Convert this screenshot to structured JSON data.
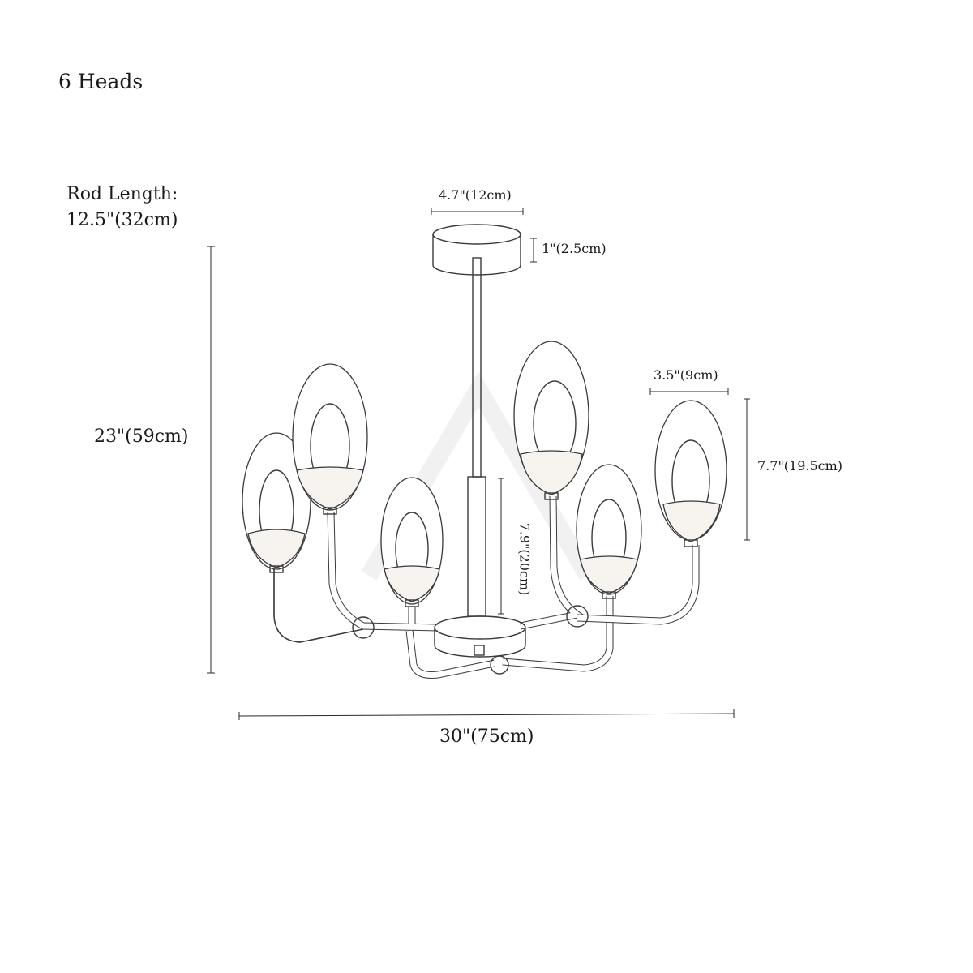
{
  "title": "6 Heads",
  "rod_length": {
    "label": "Rod Length:",
    "value": "12.5\"(32cm)"
  },
  "dimensions": {
    "total_height": "23\"(59cm)",
    "total_width": "30\"(75cm)",
    "canopy_width": "4.7\"(12cm)",
    "canopy_height": "1\"(2.5cm)",
    "shade_width": "3.5\"(9cm)",
    "shade_height": "7.7\"(19.5cm)",
    "downrod_length": "7.9\"(20cm)"
  },
  "product": {
    "heads": 6,
    "line_color": "#3a3a3a"
  }
}
